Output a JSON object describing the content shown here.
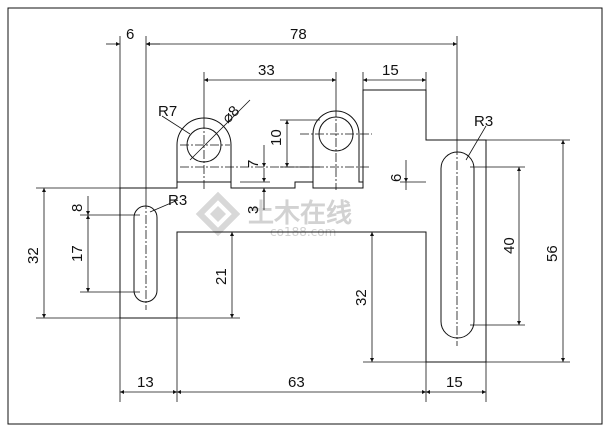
{
  "drawing": {
    "dimensions": {
      "top_left": "6",
      "top_total": "78",
      "bore_spacing": "33",
      "tab_width": "15",
      "radius_boss": "R7",
      "bore_dia": "⌀8",
      "bore_height": "10",
      "notch_depth": "7",
      "right_step": "6",
      "left_slot_r": "R3",
      "right_slot_r": "R3",
      "left_top": "8",
      "left_slot_len": "17",
      "left_height": "32",
      "step_3": "3",
      "inner_21": "21",
      "right_lower": "32",
      "right_slot_len": "40",
      "right_height": "56",
      "bottom_left": "13",
      "bottom_mid": "63",
      "bottom_right": "15"
    },
    "watermark": {
      "title": "土木在线",
      "url": "co188.com"
    }
  }
}
